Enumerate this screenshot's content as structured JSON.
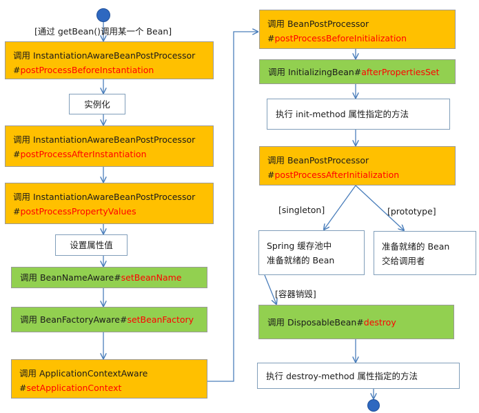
{
  "start_label": "[通过 getBean()调用某一个 Bean]",
  "left_column": [
    {
      "prefix": "调用 InstantiationAwareBeanPostProcessor",
      "hash": "#",
      "method": "postProcessBeforeInstantiation"
    },
    {
      "text": "实例化"
    },
    {
      "prefix": "调用 InstantiationAwareBeanPostProcessor",
      "hash": "#",
      "method": "postProcessAfterInstantiation"
    },
    {
      "prefix": "调用 InstantiationAwareBeanPostProcessor",
      "hash": "#",
      "method": "postProcessPropertyValues"
    },
    {
      "text": "设置属性值"
    },
    {
      "prefix": "调用 BeanNameAware#",
      "method": "setBeanName"
    },
    {
      "prefix": "调用 BeanFactoryAware#",
      "method": "setBeanFactory"
    },
    {
      "prefix": "调用 ApplicationContextAware",
      "hash": "#",
      "method": "setApplicationContext"
    }
  ],
  "right_column": [
    {
      "prefix": "调用 BeanPostProcessor",
      "hash": "#",
      "method": "postProcessBeforeInitialization"
    },
    {
      "prefix": "调用 InitializingBean#",
      "method": "afterPropertiesSet"
    },
    {
      "text": "执行 init-method 属性指定的方法"
    },
    {
      "prefix": "调用 BeanPostProcessor",
      "hash": "#",
      "method": "postProcessAfterInitialization"
    },
    {
      "line1": "Spring 缓存池中",
      "line2": "准备就绪的 Bean"
    },
    {
      "line1": "准备就绪的 Bean",
      "line2": "交给调用者"
    },
    {
      "prefix": "调用 DisposableBean#",
      "method": "destroy"
    },
    {
      "text": "执行 destroy-method 属性指定的方法"
    }
  ],
  "edge_labels": {
    "singleton": "[singleton]",
    "prototype": "[prototype]",
    "destroy_container": "[容器销毁]"
  },
  "colors": {
    "orange": "#ffc000",
    "green": "#92d050",
    "method_text": "#ff0000",
    "connector": "#4a7ebb",
    "node": "#2e68c0"
  }
}
